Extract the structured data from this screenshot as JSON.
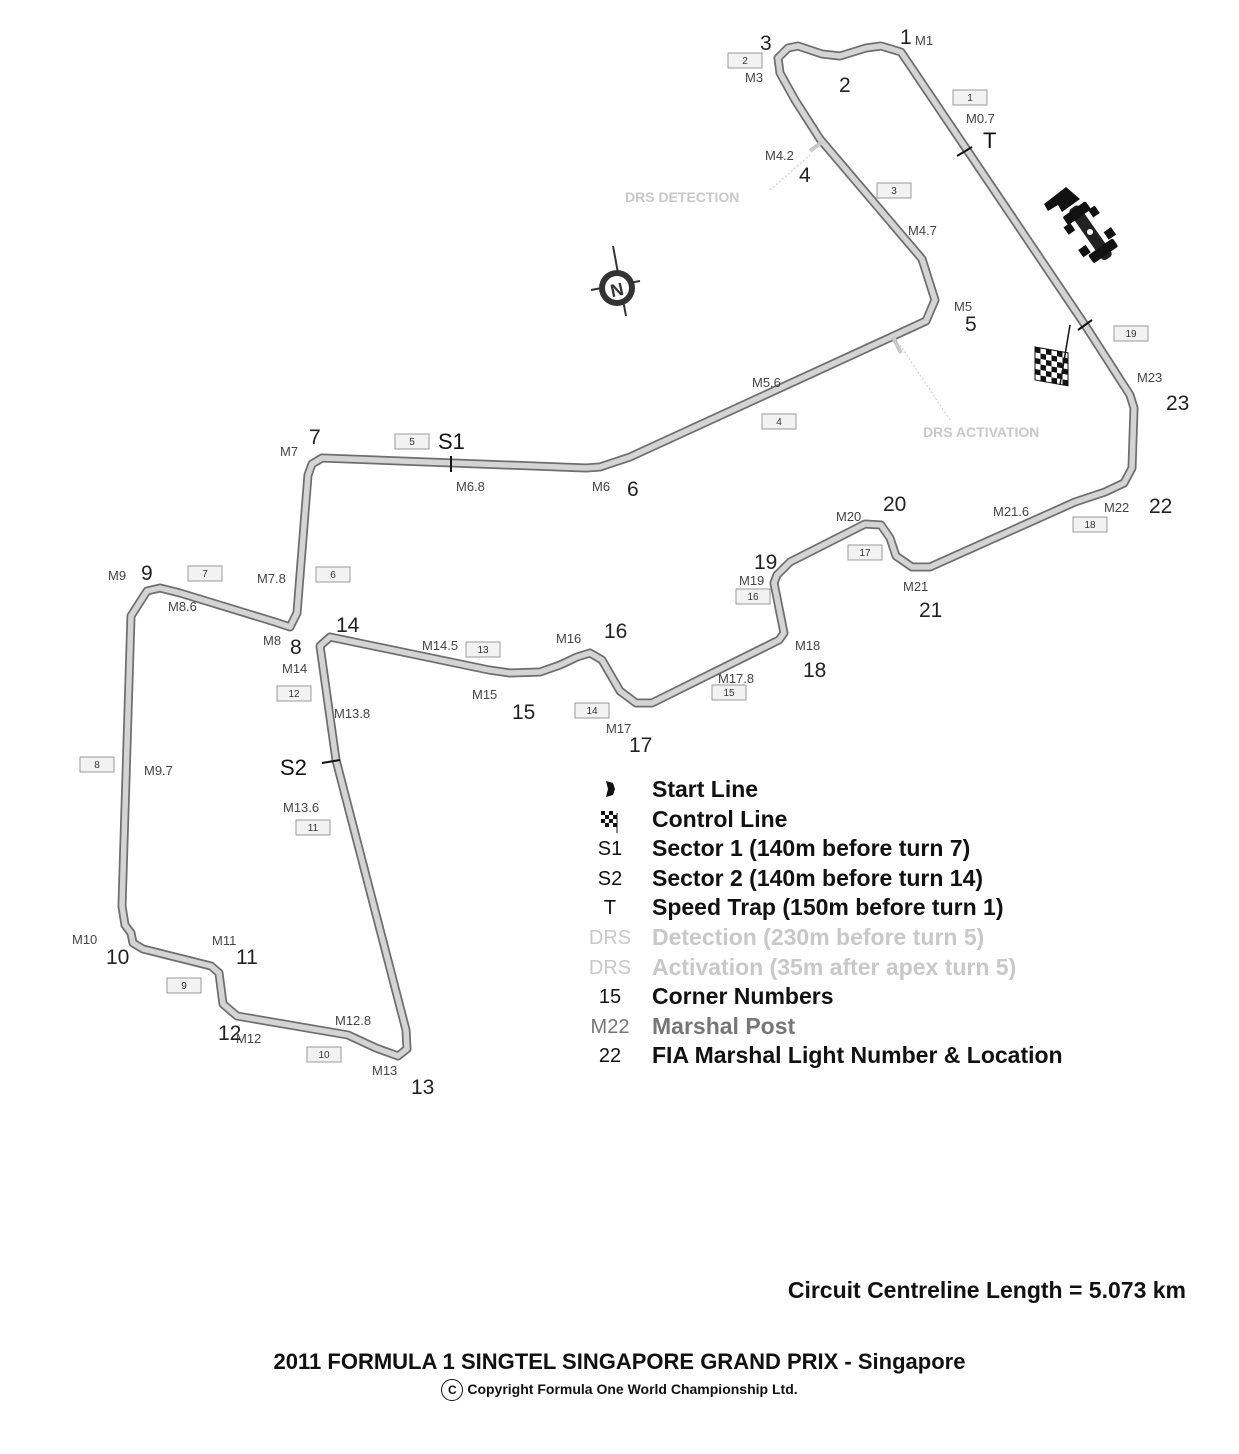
{
  "corners": [
    {
      "label": "1"
    },
    {
      "label": "2"
    },
    {
      "label": "3"
    },
    {
      "label": "4"
    },
    {
      "label": "5"
    },
    {
      "label": "6"
    },
    {
      "label": "7"
    },
    {
      "label": "8"
    },
    {
      "label": "9"
    },
    {
      "label": "10"
    },
    {
      "label": "11"
    },
    {
      "label": "12"
    },
    {
      "label": "13"
    },
    {
      "label": "14"
    },
    {
      "label": "15"
    },
    {
      "label": "16"
    },
    {
      "label": "17"
    },
    {
      "label": "18"
    },
    {
      "label": "19"
    },
    {
      "label": "20"
    },
    {
      "label": "21"
    },
    {
      "label": "22"
    },
    {
      "label": "23"
    }
  ],
  "marshal_posts": [
    "M1",
    "M0.7",
    "M3",
    "M4.2",
    "M4.7",
    "M5",
    "M5.6",
    "M6",
    "M6.8",
    "M7",
    "M7.8",
    "M8",
    "M8.6",
    "M9",
    "M9.7",
    "M10",
    "M11",
    "M12",
    "M12.8",
    "M13",
    "M13.6",
    "M13.8",
    "M14",
    "M14.5",
    "M15",
    "M16",
    "M17",
    "M17.8",
    "M18",
    "M19",
    "M20",
    "M21",
    "M21.6",
    "M22",
    "M23"
  ],
  "fia_lights": [
    "1",
    "2",
    "3",
    "4",
    "5",
    "6",
    "7",
    "8",
    "9",
    "10",
    "11",
    "12",
    "13",
    "14",
    "15",
    "16",
    "17",
    "18",
    "19"
  ],
  "sectors": {
    "s1": "S1",
    "s2": "S2",
    "speed_trap": "T"
  },
  "drs": {
    "detection": "DRS DETECTION",
    "activation": "DRS ACTIVATION"
  },
  "legend": [
    {
      "symbol_icon": "start-line-icon",
      "symbol": "",
      "text": "Start Line",
      "style": "dark"
    },
    {
      "symbol_icon": "checkered-flag-icon",
      "symbol": "",
      "text": "Control Line",
      "style": "dark"
    },
    {
      "symbol": "S1",
      "text": "Sector 1  (140m before turn 7)",
      "style": "dark"
    },
    {
      "symbol": "S2",
      "text": "Sector 2  (140m before turn 14)",
      "style": "dark"
    },
    {
      "symbol": "T",
      "text": "Speed Trap (150m before turn 1)",
      "style": "dark"
    },
    {
      "symbol": "DRS",
      "text": "Detection (230m before turn 5)",
      "style": "light"
    },
    {
      "symbol": "DRS",
      "text": "Activation (35m after apex turn 5)",
      "style": "light"
    },
    {
      "symbol": "15",
      "text": "Corner Numbers",
      "style": "dark"
    },
    {
      "symbol": "M22",
      "text": "Marshal Post",
      "style": "mid"
    },
    {
      "symbol": "22",
      "text": "FIA Marshal Light Number & Location",
      "style": "dark"
    }
  ],
  "circuit_length": "Circuit Centreline Length = 5.073 km",
  "title": "2011 FORMULA 1 SINGTEL SINGAPORE GRAND PRIX - Singapore",
  "copyright_symbol": "C",
  "copyright": "Copyright Formula One World Championship Ltd.",
  "compass_label": "N",
  "colors": {
    "track_fill": "#d4d4d4",
    "track_edge": "#6e6e6e",
    "drs": "#c8c8c8",
    "text": "#222222"
  }
}
